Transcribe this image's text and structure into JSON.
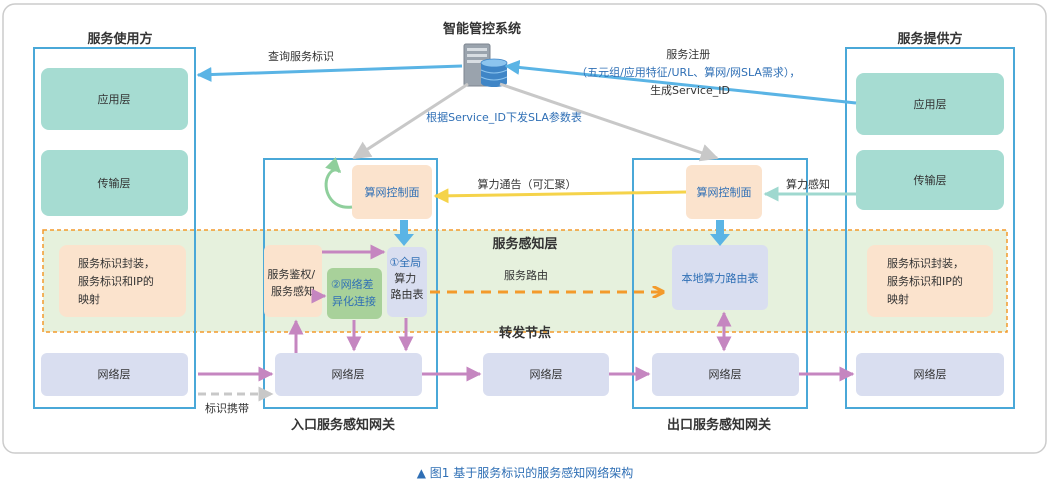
{
  "title": "智能管控系统",
  "consumer": {
    "title": "服务使用方"
  },
  "provider": {
    "title": "服务提供方"
  },
  "layers": {
    "app": "应用层",
    "transport": "传输层",
    "network": "网络层",
    "encap_lines": [
      "服务标识封装，",
      "服务标识和IP的",
      "映射"
    ]
  },
  "ingress": {
    "title": "入口服务感知网关",
    "ctrl": "算网控制面",
    "auth": [
      "服务鉴权/",
      "服务感知"
    ],
    "diff": [
      "②网络差",
      "异化连接"
    ],
    "global": [
      "①全局",
      "算力",
      "路由表"
    ],
    "network": "网络层"
  },
  "egress": {
    "title": "出口服务感知网关",
    "ctrl": "算网控制面",
    "local": "本地算力路由表",
    "network": "网络层"
  },
  "forward_network": "网络层",
  "zone": {
    "service_aware": "服务感知层",
    "forwarding": "转发节点"
  },
  "labels": {
    "query": "查询服务标识",
    "register": [
      "服务注册",
      "（五元组/应用特征/URL、算网/网SLA需求），",
      "生成Service_ID"
    ],
    "sla": "根据Service_ID下发SLA参数表",
    "advert": "算力通告（可汇聚）",
    "sense": "算力感知",
    "route": "服务路由",
    "carry": "标识携带"
  },
  "caption": "▲ 图1  基于服务标识的服务感知网络架构",
  "colors": {
    "frame": "#4aa8d8",
    "teal": "#a6dcd2",
    "peach": "#fbe3cd",
    "lavender": "#d9def0",
    "green": "#a8d19a",
    "zone": "#e6f1dd",
    "orange": "#f39a2b",
    "pink": "#c586c0",
    "yellow": "#f5d34a",
    "blue_arrow": "#5ab4e5",
    "blue_text": "#2f6fb5",
    "gray_arrow": "#c8c8c8",
    "caption": "#2f6fb5"
  },
  "icons": {
    "server": "server-database-icon"
  }
}
